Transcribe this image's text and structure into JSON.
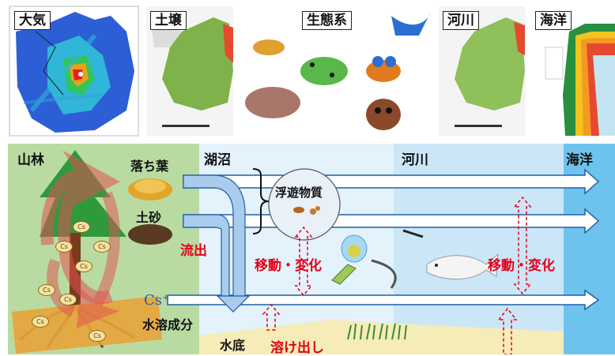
{
  "top_panels": {
    "atmosphere": "大気",
    "soil": "土壌",
    "ecosystem": "生態系",
    "river": "河川",
    "ocean": "海洋"
  },
  "zones": {
    "forest": "山林",
    "lake": "湖沼",
    "river": "河川",
    "ocean": "海洋"
  },
  "labels": {
    "fallen_leaves": "落ち葉",
    "soil": "土砂",
    "runoff": "流出",
    "suspended_matter": "浮遊物質",
    "migration_left": "移動・変化",
    "migration_right": "移動・変化",
    "cesium": "Cs⁺",
    "dissolved": "水溶成分",
    "bottom": "水底",
    "leaching": "溶け出し",
    "cs_token": "Cs"
  },
  "colors": {
    "forest_bg": "#b9dba1",
    "lake_bg": "#e3f2fb",
    "river_bg": "#cbe6f7",
    "ocean_bg": "#6ec3ee",
    "arrow_blue": "#1f5fa8",
    "red": "#e1001a"
  }
}
